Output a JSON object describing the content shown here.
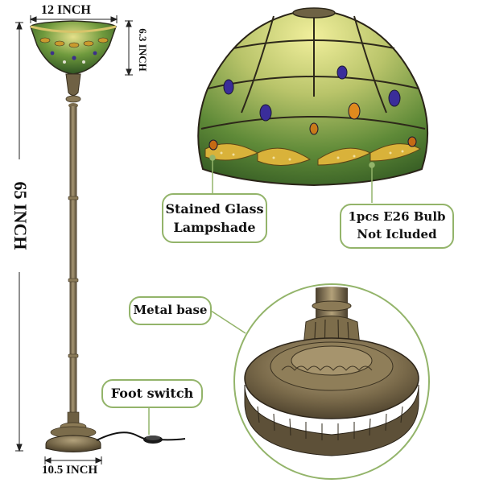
{
  "dimensions": {
    "shade_width": "12 INCH",
    "shade_height": "6.3 INCH",
    "total_height": "65 INCH",
    "base_width": "10.5 INCH"
  },
  "callouts": {
    "lampshade": {
      "line1": "Stained Glass",
      "line2": "Lampshade"
    },
    "bulb": {
      "line1": "1pcs E26 Bulb",
      "line2": "Not Icluded"
    },
    "metal_base": "Metal base",
    "foot_switch": "Foot switch"
  },
  "colors": {
    "callout_border": "#93b46a",
    "bronze": "#7a6a4a",
    "glass_green": "#5e8a3a",
    "glass_amber": "#d9b23a"
  }
}
